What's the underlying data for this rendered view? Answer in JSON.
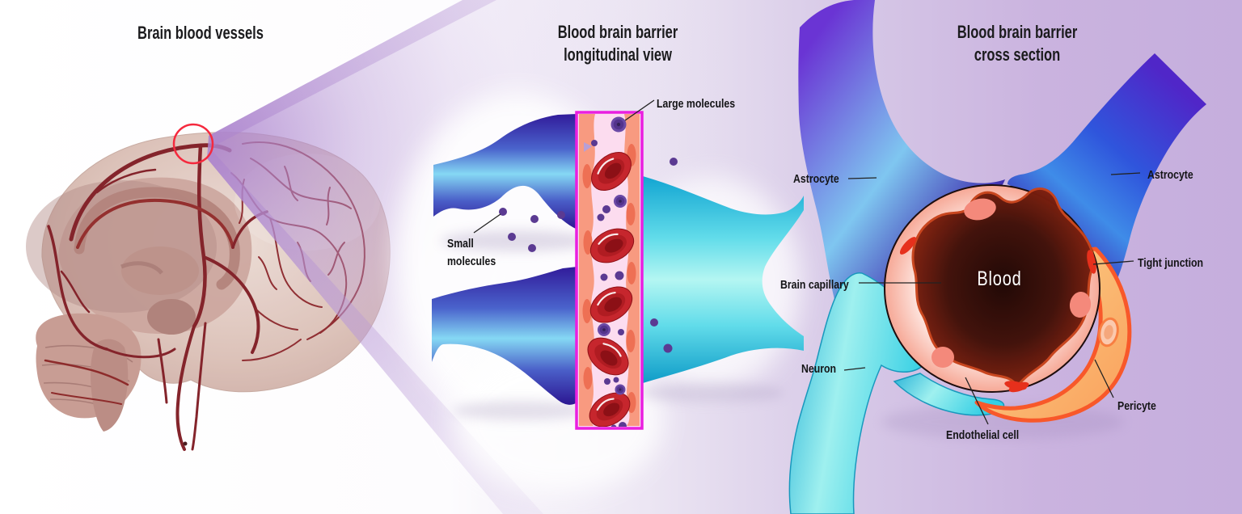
{
  "figure": {
    "panel_brain": {
      "title": "Brain blood vessels"
    },
    "panel_longitudinal": {
      "title": "Blood brain barrier longitudinal view",
      "label_large_molecules": "Large molecules",
      "label_small_molecules": "Small molecules"
    },
    "panel_cross_section": {
      "title": "Blood brain barrier cross section",
      "label_astrocyte_left": "Astrocyte",
      "label_astrocyte_right": "Astrocyte",
      "label_brain_capillary": "Brain capillary",
      "label_tight_junction": "Tight junction",
      "label_neuron": "Neuron",
      "label_endothelial_cell": "Endothelial cell",
      "label_pericyte": "Pericyte",
      "label_blood": "Blood"
    },
    "colors": {
      "background_left": "#ffffff",
      "background_right": "#c5aedd",
      "zoom_beam_purple": "#b18cd1",
      "highlight_circle_red": "#f5293d",
      "capillary_wall_magenta": "#ea1fe0",
      "capillary_lumen_pink": "#fcdcef",
      "endothelium_salmon": "#f89a80",
      "red_blood_cell": "#c6262d",
      "molecule_purple": "#5b3a92",
      "astrocyte_indigo": "#311b9a",
      "astrocyte_light_blue": "#7fd2f2",
      "astrocyte_cyan": "#35cfe4",
      "blood_dark_red": "#3a0d06",
      "tight_junction_red": "#e6301c",
      "pericyte_orange": "#f8582a",
      "vessel_dark_red": "#84242b"
    }
  }
}
